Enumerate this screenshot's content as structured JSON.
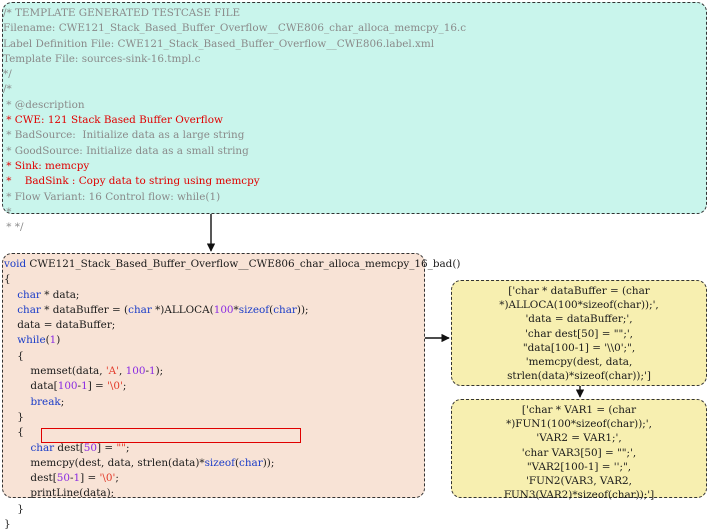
{
  "header_lines": [
    {
      "text": "/* TEMPLATE GENERATED TESTCASE FILE",
      "style": "gray"
    },
    {
      "text": "Filename: CWE121_Stack_Based_Buffer_Overflow__CWE806_char_alloca_memcpy_16.c",
      "style": "gray"
    },
    {
      "text": "Label Definition File: CWE121_Stack_Based_Buffer_Overflow__CWE806.label.xml",
      "style": "gray"
    },
    {
      "text": "Template File: sources-sink-16.tmpl.c",
      "style": "gray"
    },
    {
      "text": "*/",
      "style": "gray"
    },
    {
      "text": "/*",
      "style": "gray"
    },
    {
      "text": " * @description",
      "style": "gray"
    },
    {
      "text": " * CWE: 121 Stack Based Buffer Overflow",
      "style": "red"
    },
    {
      "text": " * BadSource:  Initialize data as a large string",
      "style": "gray"
    },
    {
      "text": " * GoodSource: Initialize data as a small string",
      "style": "gray"
    },
    {
      "text": " * Sink: memcpy",
      "style": "red"
    },
    {
      "text": " *    BadSink : Copy data to string using memcpy",
      "style": "red"
    },
    {
      "text": " * Flow Variant: 16 Control flow: while(1)",
      "style": "gray"
    },
    {
      "text": " *",
      "style": "gray"
    },
    {
      "text": " * */",
      "style": "gray"
    }
  ],
  "code_lines": [
    [
      {
        "t": "void ",
        "c": "blue"
      },
      {
        "t": "CWE121_Stack_Based_Buffer_Overflow__CWE806_char_alloca_memcpy_16_bad()",
        "c": "black"
      }
    ],
    [
      {
        "t": "{",
        "c": "black"
      }
    ],
    [
      {
        "t": "    ",
        "c": "black"
      },
      {
        "t": "char",
        "c": "blue"
      },
      {
        "t": " * data;",
        "c": "black"
      }
    ],
    [
      {
        "t": "    ",
        "c": "black"
      },
      {
        "t": "char",
        "c": "blue"
      },
      {
        "t": " * dataBuffer = (",
        "c": "black"
      },
      {
        "t": "char",
        "c": "blue"
      },
      {
        "t": " *)ALLOCA(",
        "c": "black"
      },
      {
        "t": "100",
        "c": "purple"
      },
      {
        "t": "*",
        "c": "black"
      },
      {
        "t": "sizeof",
        "c": "blue"
      },
      {
        "t": "(",
        "c": "black"
      },
      {
        "t": "char",
        "c": "blue"
      },
      {
        "t": "));",
        "c": "black"
      }
    ],
    [
      {
        "t": "    data = dataBuffer;",
        "c": "black"
      }
    ],
    [
      {
        "t": "    ",
        "c": "black"
      },
      {
        "t": "while",
        "c": "blue"
      },
      {
        "t": "(",
        "c": "black"
      },
      {
        "t": "1",
        "c": "purple"
      },
      {
        "t": ")",
        "c": "black"
      }
    ],
    [
      {
        "t": "    {",
        "c": "black"
      }
    ],
    [
      {
        "t": "        memset(data, ",
        "c": "black"
      },
      {
        "t": "'A'",
        "c": "red-s"
      },
      {
        "t": ", ",
        "c": "black"
      },
      {
        "t": "100",
        "c": "purple"
      },
      {
        "t": "-",
        "c": "black"
      },
      {
        "t": "1",
        "c": "purple"
      },
      {
        "t": ");",
        "c": "black"
      }
    ],
    [
      {
        "t": "        data[",
        "c": "black"
      },
      {
        "t": "100",
        "c": "purple"
      },
      {
        "t": "-",
        "c": "black"
      },
      {
        "t": "1",
        "c": "purple"
      },
      {
        "t": "] = ",
        "c": "black"
      },
      {
        "t": "'\\0'",
        "c": "red-s"
      },
      {
        "t": ";",
        "c": "black"
      }
    ],
    [
      {
        "t": "        ",
        "c": "black"
      },
      {
        "t": "break",
        "c": "blue"
      },
      {
        "t": ";",
        "c": "black"
      }
    ],
    [
      {
        "t": "    }",
        "c": "black"
      }
    ],
    [
      {
        "t": "    {",
        "c": "black"
      }
    ],
    [
      {
        "t": "        ",
        "c": "black"
      },
      {
        "t": "char",
        "c": "blue"
      },
      {
        "t": " dest[",
        "c": "black"
      },
      {
        "t": "50",
        "c": "purple"
      },
      {
        "t": "] = ",
        "c": "black"
      },
      {
        "t": "\"\"",
        "c": "red-s"
      },
      {
        "t": ";",
        "c": "black"
      }
    ],
    [
      {
        "t": "        memcpy(dest, data, strlen(data)*",
        "c": "black"
      },
      {
        "t": "sizeof",
        "c": "blue"
      },
      {
        "t": "(",
        "c": "black"
      },
      {
        "t": "char",
        "c": "blue"
      },
      {
        "t": "));",
        "c": "black"
      }
    ],
    [
      {
        "t": "        dest[",
        "c": "black"
      },
      {
        "t": "50",
        "c": "purple"
      },
      {
        "t": "-",
        "c": "black"
      },
      {
        "t": "1",
        "c": "purple"
      },
      {
        "t": "] = ",
        "c": "black"
      },
      {
        "t": "'\\0'",
        "c": "red-s"
      },
      {
        "t": ";",
        "c": "black"
      }
    ],
    [
      {
        "t": "        printLine(data);",
        "c": "black"
      }
    ],
    [
      {
        "t": "    }",
        "c": "black"
      }
    ],
    [
      {
        "t": "}",
        "c": "black"
      }
    ]
  ],
  "list1_lines": [
    "['char * dataBuffer = (char",
    "*)ALLOCA(100*sizeof(char));',",
    "'data = dataBuffer;',",
    "'char dest[50] = \"\";',",
    "\"data[100-1] = '\\\\0';\",",
    "'memcpy(dest, data,",
    "strlen(data)*sizeof(char));']"
  ],
  "list2_lines": [
    "['char * VAR1 = (char",
    "*)FUN1(100*sizeof(char));',",
    "'VAR2 = VAR1;',",
    "'char VAR3[50] = \"\";',",
    "\"VAR2[100-1] = '';\",",
    "'FUN2(VAR3, VAR2,",
    "FUN3(VAR2)*sizeof(char));']"
  ],
  "colors": {
    "header_bg": "#c9f5ec",
    "code_bg": "#f8e3d6",
    "list_bg": "#f7efb0",
    "highlight": "#e00000"
  }
}
